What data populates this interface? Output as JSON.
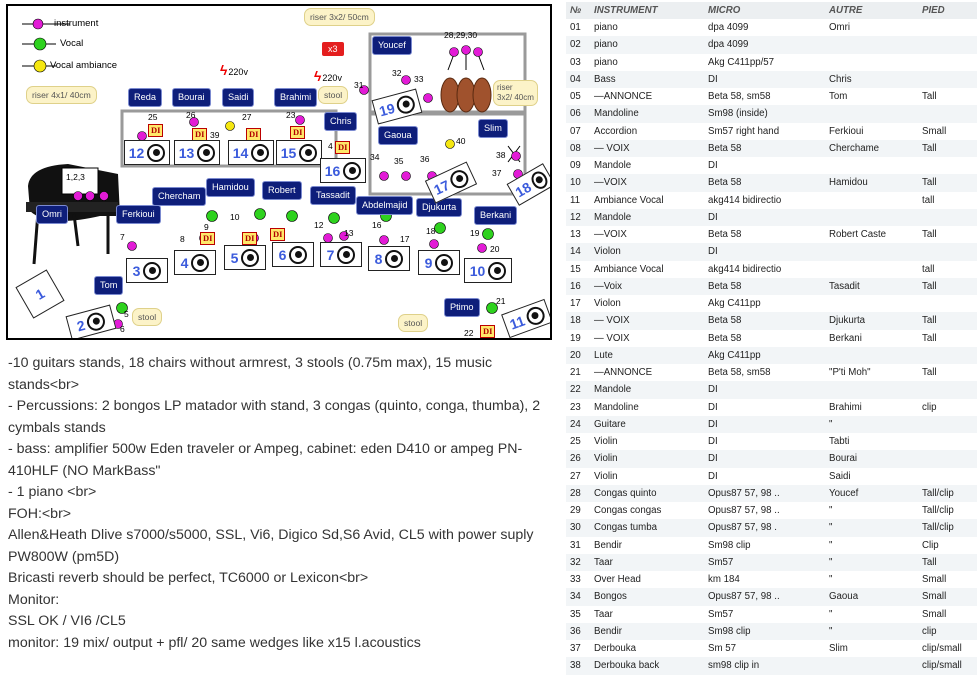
{
  "legend": [
    {
      "label": "instrument",
      "color": "#e21bd6"
    },
    {
      "label": "Vocal",
      "color": "#2ed21e"
    },
    {
      "label": "Vocal ambiance",
      "color": "#f5e711"
    }
  ],
  "risers": [
    {
      "label": "riser 3x2/ 50cm"
    },
    {
      "label": "riser 4x1/ 40cm"
    },
    {
      "label": "riser\n3x2/ 40cm"
    }
  ],
  "stools": [
    "stool",
    "stool",
    "stool"
  ],
  "badge_x3": "x3",
  "voltage": [
    "220v",
    "220v"
  ],
  "di_label": "DI",
  "musicians": [
    "Youcef",
    "Reda",
    "Bourai",
    "Saidi",
    "Brahimi",
    "Chris",
    "Gaoua",
    "Slim",
    "Omri",
    "Ferkioui",
    "Chercham",
    "Hamidou",
    "Robert",
    "Tassadit",
    "Abdelmajid",
    "Djukurta",
    "Berkani",
    "Tom",
    "Ptimo"
  ],
  "stage_numbers": [
    "28,29,30",
    "32",
    "33",
    "31",
    "25",
    "26",
    "27",
    "23",
    "39",
    "40",
    "34",
    "35",
    "36",
    "37",
    "38",
    "1,2,3",
    "9",
    "10",
    "11",
    "12",
    "13",
    "16",
    "17",
    "18",
    "19",
    "20",
    "21",
    "22",
    "8",
    "7",
    "5",
    "6",
    "4"
  ],
  "monitors": [
    "1",
    "2",
    "3",
    "4",
    "5",
    "6",
    "7",
    "8",
    "9",
    "10",
    "11",
    "12",
    "13",
    "14",
    "15",
    "16",
    "17",
    "18",
    "19"
  ],
  "notes": [
    "-10 guitars stands, 18 chairs without armrest, 3 stools (0.75m max), 15 music stands<br>",
    "- Percussions: 2 bongos LP matador with stand, 3 congas (quinto, conga, thumba), 2 cymbals stands",
    "- bass: amplifier 500w Eden traveler or Ampeg, cabinet: eden D410 or ampeg PN-410HLF (NO MarkBass\"",
    "- 1 piano <br>",
    "FOH:<br>",
    "Allen&Heath Dlive s7000/s5000, SSL, Vi6, Digico Sd,S6 Avid, CL5 with power suply PW800W (pm5D)",
    "Bricasti reverb should be perfect, TC6000 or Lexicon<br>",
    "Monitor:",
    "SSL OK / VI6 /CL5",
    "monitor: 19 mix/ output + pfl/ 20 same wedges like x15 l.acoustics"
  ],
  "table": {
    "headers": [
      "№",
      "INSTRUMENT",
      "MICRO",
      "AUTRE",
      "PIED"
    ],
    "rows": [
      [
        "01",
        "piano",
        "dpa 4099",
        "Omri",
        ""
      ],
      [
        "02",
        "piano",
        "dpa 4099",
        "",
        ""
      ],
      [
        "03",
        "piano",
        "Akg C411pp/57",
        "",
        ""
      ],
      [
        "04",
        "Bass",
        "DI",
        "Chris",
        ""
      ],
      [
        "05",
        "—ANNONCE",
        "Beta 58, sm58",
        "Tom",
        "Tall"
      ],
      [
        "06",
        "Mandoline",
        "Sm98 (inside)",
        "",
        ""
      ],
      [
        "07",
        "Accordion",
        "Sm57 right hand",
        "Ferkioui",
        "Small"
      ],
      [
        "08",
        "— VOIX",
        "Beta 58",
        "Cherchame",
        "Tall"
      ],
      [
        "09",
        "Mandole",
        "DI",
        "",
        ""
      ],
      [
        "10",
        "—VOIX",
        "Beta 58",
        "Hamidou",
        "Tall"
      ],
      [
        "11",
        "Ambiance Vocal",
        "akg414 bidirectio",
        "",
        "tall"
      ],
      [
        "12",
        "Mandole",
        "DI",
        "",
        ""
      ],
      [
        "13",
        "—VOIX",
        "Beta 58",
        "Robert Caste",
        "Tall"
      ],
      [
        "14",
        "Violon",
        "DI",
        "",
        ""
      ],
      [
        "15",
        "Ambiance Vocal",
        "akg414 bidirectio",
        "",
        "tall"
      ],
      [
        "16",
        "—Voix",
        "Beta 58",
        "Tasadit",
        "Tall"
      ],
      [
        "17",
        "Violon",
        "Akg C411pp",
        "",
        ""
      ],
      [
        "18",
        "— VOIX",
        "Beta 58",
        "Djukurta",
        "Tall"
      ],
      [
        "19",
        "— VOIX",
        "Beta 58",
        "Berkani",
        "Tall"
      ],
      [
        "20",
        "Lute",
        "Akg C411pp",
        "",
        ""
      ],
      [
        "21",
        "—ANNONCE",
        "Beta 58, sm58",
        "\"P'ti Moh\"",
        "Tall"
      ],
      [
        "22",
        "Mandole",
        "DI",
        "",
        ""
      ],
      [
        "23",
        "Mandoline",
        "DI",
        "Brahimi",
        "clip"
      ],
      [
        "24",
        "Guitare",
        "DI",
        "\"",
        ""
      ],
      [
        "25",
        "Violin",
        "DI",
        "Tabti",
        ""
      ],
      [
        "26",
        "Violin",
        "DI",
        "Bourai",
        ""
      ],
      [
        "27",
        "Violin",
        "DI",
        "Saidi",
        ""
      ],
      [
        "28",
        "Congas quinto",
        "Opus87 57, 98 ..",
        "Youcef",
        "Tall/clip"
      ],
      [
        "29",
        "Congas congas",
        "Opus87 57, 98 ..",
        "\"",
        "Tall/clip"
      ],
      [
        "30",
        "Congas tumba",
        "Opus87 57, 98 .",
        "\"",
        "Tall/clip"
      ],
      [
        "31",
        "Bendir",
        "Sm98 clip",
        "\"",
        "Clip"
      ],
      [
        "32",
        "Taar",
        "Sm57",
        "\"",
        "Tall"
      ],
      [
        "33",
        "Over Head",
        "km 184",
        "\"",
        "Small"
      ],
      [
        "34",
        "Bongos",
        "Opus87 57, 98 ..",
        "Gaoua",
        "Small"
      ],
      [
        "35",
        "Taar",
        "Sm57",
        "\"",
        "Small"
      ],
      [
        "36",
        "Bendir",
        "Sm98 clip",
        "\"",
        "clip"
      ],
      [
        "37",
        "Derbouka",
        "Sm 57",
        "Slim",
        "clip/small"
      ],
      [
        "38",
        "Derbouka back",
        "sm98 clip in",
        "",
        "clip/small"
      ]
    ]
  }
}
